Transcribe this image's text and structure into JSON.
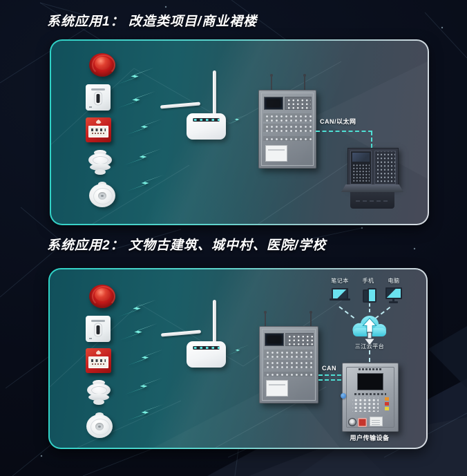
{
  "colors": {
    "background": "#080c18",
    "accent_cyan": "#3fd8cc",
    "panel_teal": "#16565f",
    "panel_slate": "#474a58",
    "alarm_red": "#c21d1d",
    "cloud_cyan": "#63dcec"
  },
  "sections": [
    {
      "id": 1,
      "title": "系统应用1： 改造类项目/商业裙楼",
      "link_label": "CAN/以太网",
      "equipment": [
        "alarm-beacon",
        "input-output-module",
        "manual-call-point",
        "smoke-detector",
        "smoke-detector",
        "wireless-signal-bolt",
        "wireless-gateway",
        "fire-alarm-control-panel",
        "graphic-display-workstation"
      ]
    },
    {
      "id": 2,
      "title": "系统应用2： 文物古建筑、城中村、医院/学校",
      "clients": [
        "笔记本",
        "手机",
        "电脑"
      ],
      "cloud_label": "三江云平台",
      "link_label": "CAN",
      "transmitter_label": "用户传输设备",
      "equipment": [
        "alarm-beacon",
        "input-output-module",
        "manual-call-point",
        "smoke-detector",
        "smoke-detector",
        "wireless-signal-bolt",
        "wireless-gateway",
        "fire-alarm-control-panel",
        "cloud-platform",
        "user-information-transmitter"
      ]
    }
  ]
}
